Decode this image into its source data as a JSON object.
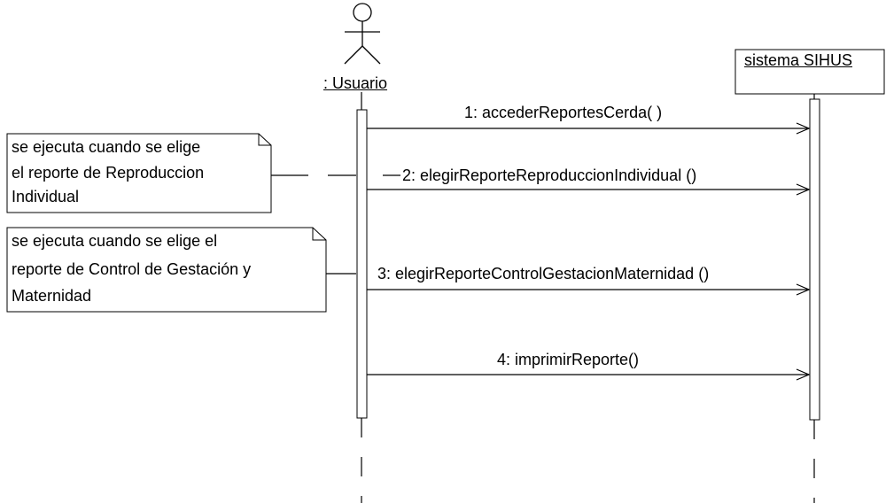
{
  "lifelines": {
    "actor": {
      "name": ": Usuario"
    },
    "system": {
      "name": "sistema SIHUS"
    }
  },
  "messages": [
    {
      "label": "1: accederReportesCerda( )"
    },
    {
      "label": "2: elegirReporteReproduccionIndividual ()"
    },
    {
      "label": "3: elegirReporteControlGestacionMaternidad ()"
    },
    {
      "label": "4: imprimirReporte()"
    }
  ],
  "notes": [
    {
      "lines": [
        "se ejecuta cuando se elige",
        "el reporte de Reproduccion",
        "Individual"
      ]
    },
    {
      "lines": [
        "se ejecuta cuando se elige el",
        "reporte de Control de Gestación y",
        "Maternidad"
      ]
    }
  ],
  "colors": {
    "line": "#000000",
    "background": "#ffffff"
  }
}
